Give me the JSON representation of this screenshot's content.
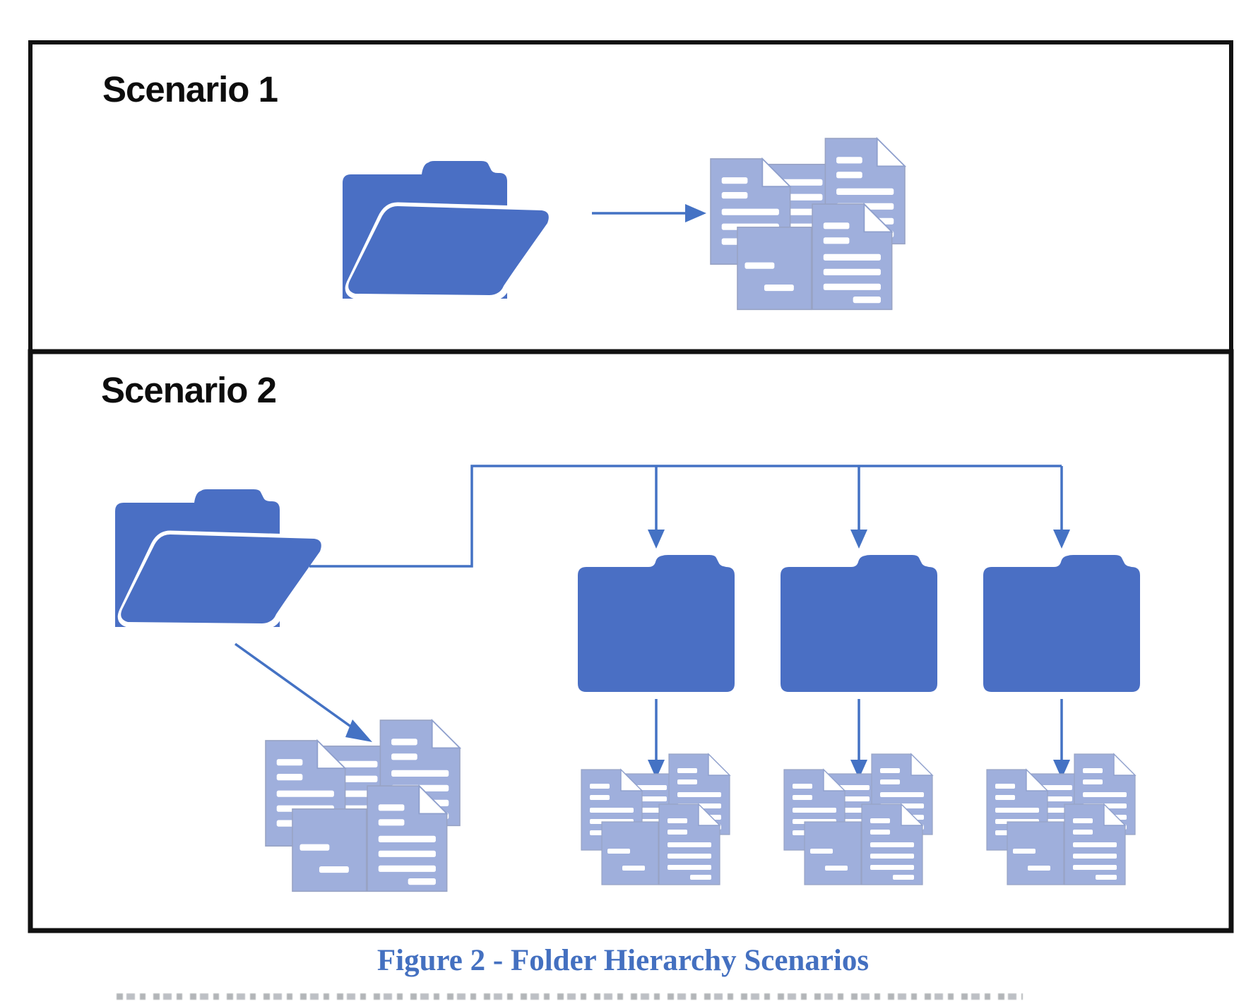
{
  "figure": {
    "caption": "Figure 2 - Folder Hierarchy Scenarios",
    "caption_color": "#4470c0"
  },
  "scenarios": [
    {
      "label": "Scenario 1",
      "source": "open-folder",
      "target": "documents-stack",
      "document_stacks": 1
    },
    {
      "label": "Scenario 2",
      "source": "open-folder",
      "subfolder_count": 3,
      "document_stacks": 4
    }
  ],
  "icons": {
    "open_folder": "open-folder-icon",
    "closed_folder": "closed-folder-icon",
    "documents": "documents-stack-icon",
    "arrow": "arrow-icon"
  },
  "colors": {
    "folder_blue": "#4a6fc4",
    "connector_blue": "#4472c4",
    "document_fill": "#9fafdc",
    "document_stroke": "#98a3c4",
    "panel_border": "#111111",
    "heading_text": "#0d0d0d"
  }
}
